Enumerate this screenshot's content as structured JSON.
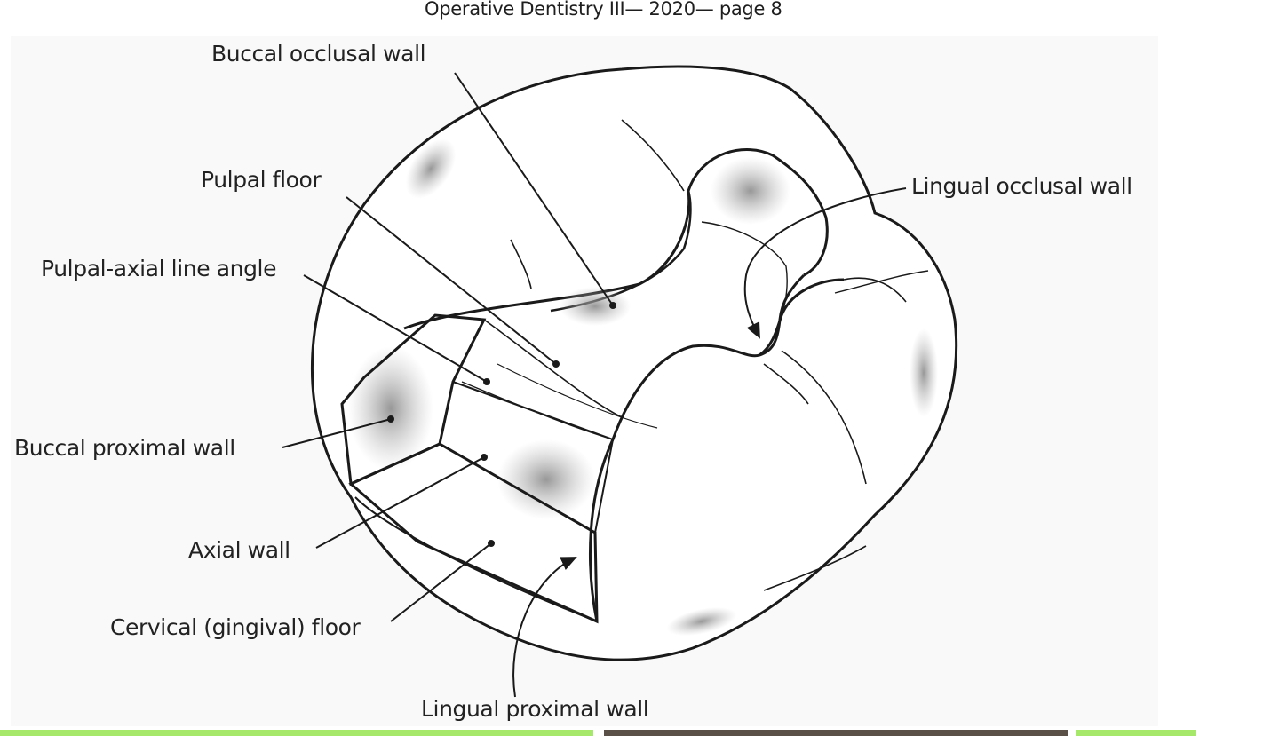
{
  "header": {
    "text": "Operative Dentistry III— 2020— page 8"
  },
  "labels": {
    "buccal_occlusal_wall": "Buccal occlusal wall",
    "pulpal_floor": "Pulpal floor",
    "pulpal_axial_line_angle": "Pulpal-axial line angle",
    "buccal_proximal_wall": "Buccal proximal wall",
    "axial_wall": "Axial wall",
    "cervical_floor": "Cervical (gingival) floor",
    "lingual_proximal_wall": "Lingual proximal wall",
    "lingual_occlusal_wall": "Lingual occlusal wall"
  },
  "colors": {
    "progress_green": "#a6e86a",
    "progress_dark": "#5a5048",
    "line": "#1a1a1a",
    "shade": "#9a9a9a"
  }
}
